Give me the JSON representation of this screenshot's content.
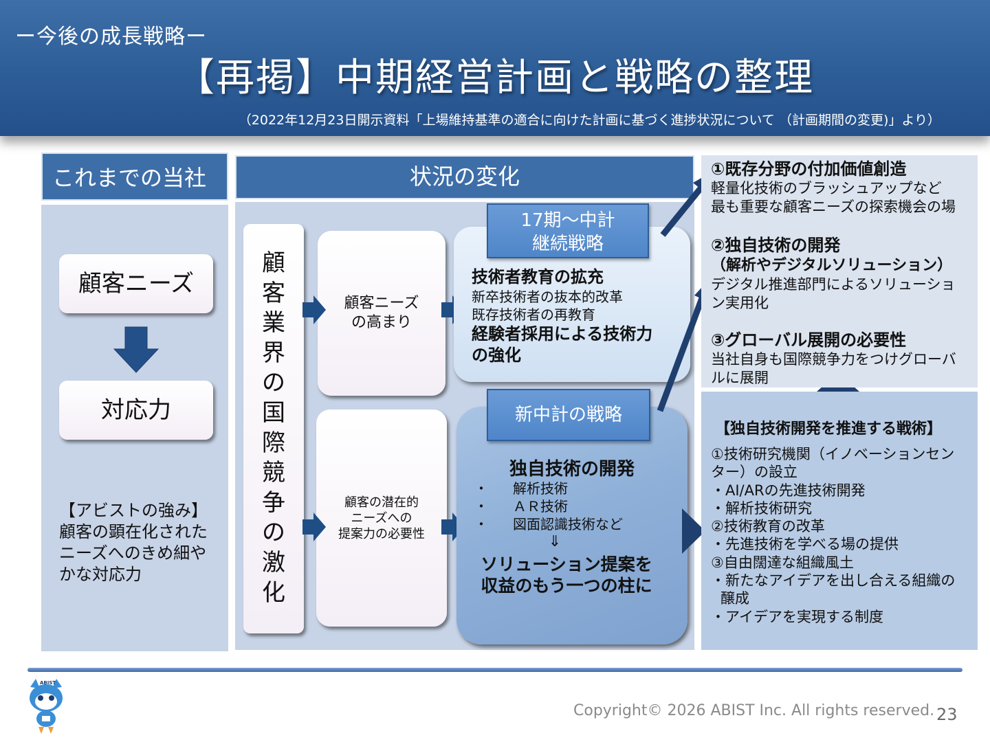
{
  "header": {
    "kicker": "ー今後の成長戦略ー",
    "title": "【再掲】中期経営計画と戦略の整理",
    "source": "（2022年12月23日開示資料「上場維持基準の適合に向けた計画に基づく進捗状況について （計画期間の変更)」より）"
  },
  "left": {
    "heading": "これまでの当社",
    "needs": "顧客ニーズ",
    "response": "対応力",
    "strength": [
      "【アビストの強み】",
      "顧客の顕在化された",
      "ニーズへのきめ細や",
      "かな対応力"
    ]
  },
  "middle": {
    "heading": "状況の変化",
    "vertical": "顧客業界の国際競争の激化",
    "need_rise": [
      "顧客ニーズ",
      "の高まり"
    ],
    "latent": [
      "顧客の潜在的",
      "ニーズへの",
      "提案力の必要性"
    ],
    "tag17": [
      "17期～中計",
      "継続戦略"
    ],
    "s17": {
      "line1": "技術者教育の拡充",
      "line2": "新卒技術者の抜本的改革",
      "line3": "既存技術者の再教育",
      "line4": "経験者採用による技術力",
      "line5": "の強化"
    },
    "tag_new": "新中計の戦略",
    "new_title": "独自技術の開発",
    "new_items": [
      {
        "bullet": "・",
        "text": "解析技術"
      },
      {
        "bullet": "・",
        "text": "ＡＲ技術"
      },
      {
        "bullet": "・",
        "text": "図面認識技術など"
      }
    ],
    "down_glyph": "⇓",
    "result": [
      "ソリューション提案を",
      "収益のもう一つの柱に"
    ]
  },
  "right": {
    "h1": "①既存分野の付加価値創造",
    "t1": [
      "軽量化技術のブラッシュアップなど",
      "最も重要な顧客ニーズの探索機会の場"
    ],
    "h2": [
      "②独自技術の開発",
      "（解析やデジタルソリューション）"
    ],
    "t2": [
      "デジタル推進部門によるソリューショ",
      "ン実用化"
    ],
    "h3": "③グローバル展開の必要性",
    "t3": [
      "当社自身も国際競争力をつけグローバ",
      "ルに展開"
    ],
    "tactics_title": "【独自技術開発を推進する戦術】",
    "tactics": [
      {
        "text": "①技術研究機関（イノベーションセン",
        "indent": false
      },
      {
        "text": "ター）の設立",
        "indent": false
      },
      {
        "text": "・AI/ARの先進技術開発",
        "indent": false
      },
      {
        "text": "・解析技術研究",
        "indent": false
      },
      {
        "text": "②技術教育の改革",
        "indent": false
      },
      {
        "text": "・先進技術を学べる場の提供",
        "indent": false
      },
      {
        "text": "③自由闊達な組織風土",
        "indent": false
      },
      {
        "text": "・新たなアイデアを出し合える組織の",
        "indent": false
      },
      {
        "text": "醸成",
        "indent": true
      },
      {
        "text": "・アイデアを実現する制度",
        "indent": false
      }
    ]
  },
  "footer": {
    "copyright": "Copyright© 2026 ABIST Inc. All rights reserved.",
    "page": "23",
    "logo_text": "ABIST"
  },
  "colors": {
    "header_blue": "#2d5d97",
    "panel_light": "#c7d3e6",
    "arrow_navy": "#1f3f6e",
    "tag_blue": "#4f86c9"
  }
}
